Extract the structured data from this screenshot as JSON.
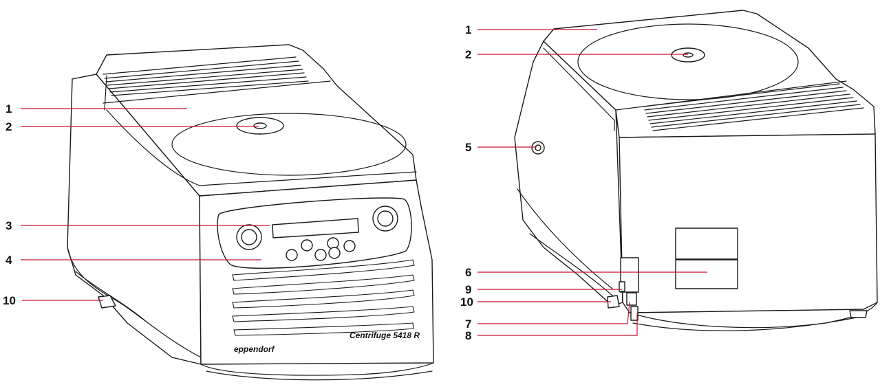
{
  "colors": {
    "leader": "#c8102e",
    "ink": "#1a1a1a",
    "background": "#ffffff"
  },
  "front_view": {
    "brand_label": "eppendorf",
    "model_label": "Centrifuge 5418 R",
    "callouts": [
      "1",
      "2",
      "3",
      "4",
      "10"
    ]
  },
  "rear_view": {
    "callouts": [
      "1",
      "2",
      "5",
      "6",
      "9",
      "10",
      "7",
      "8"
    ]
  }
}
